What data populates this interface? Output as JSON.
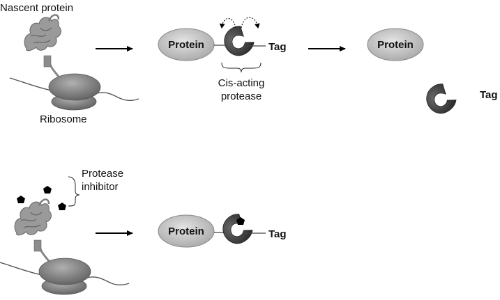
{
  "labels": {
    "nascent_protein": "Nascent protein",
    "ribosome": "Ribosome",
    "protein_label_1": "Protein",
    "tag_label_1": "Tag",
    "cis_acting_line1": "Cis-acting",
    "cis_acting_line2": "protease",
    "protein_label_2": "Protein",
    "tag_label_2": "Tag",
    "protease_inhibitor_line1": "Protease",
    "protease_inhibitor_line2": "inhibitor",
    "protein_label_3": "Protein",
    "tag_label_3": "Tag"
  },
  "colors": {
    "protein_fill": "#c8c8c8",
    "protease_fill": "#4a4a4a",
    "ribosome_fill": "#8a8a8a",
    "nascent_chain": "#8c8c8c",
    "inhibitor_fill": "#000000"
  }
}
